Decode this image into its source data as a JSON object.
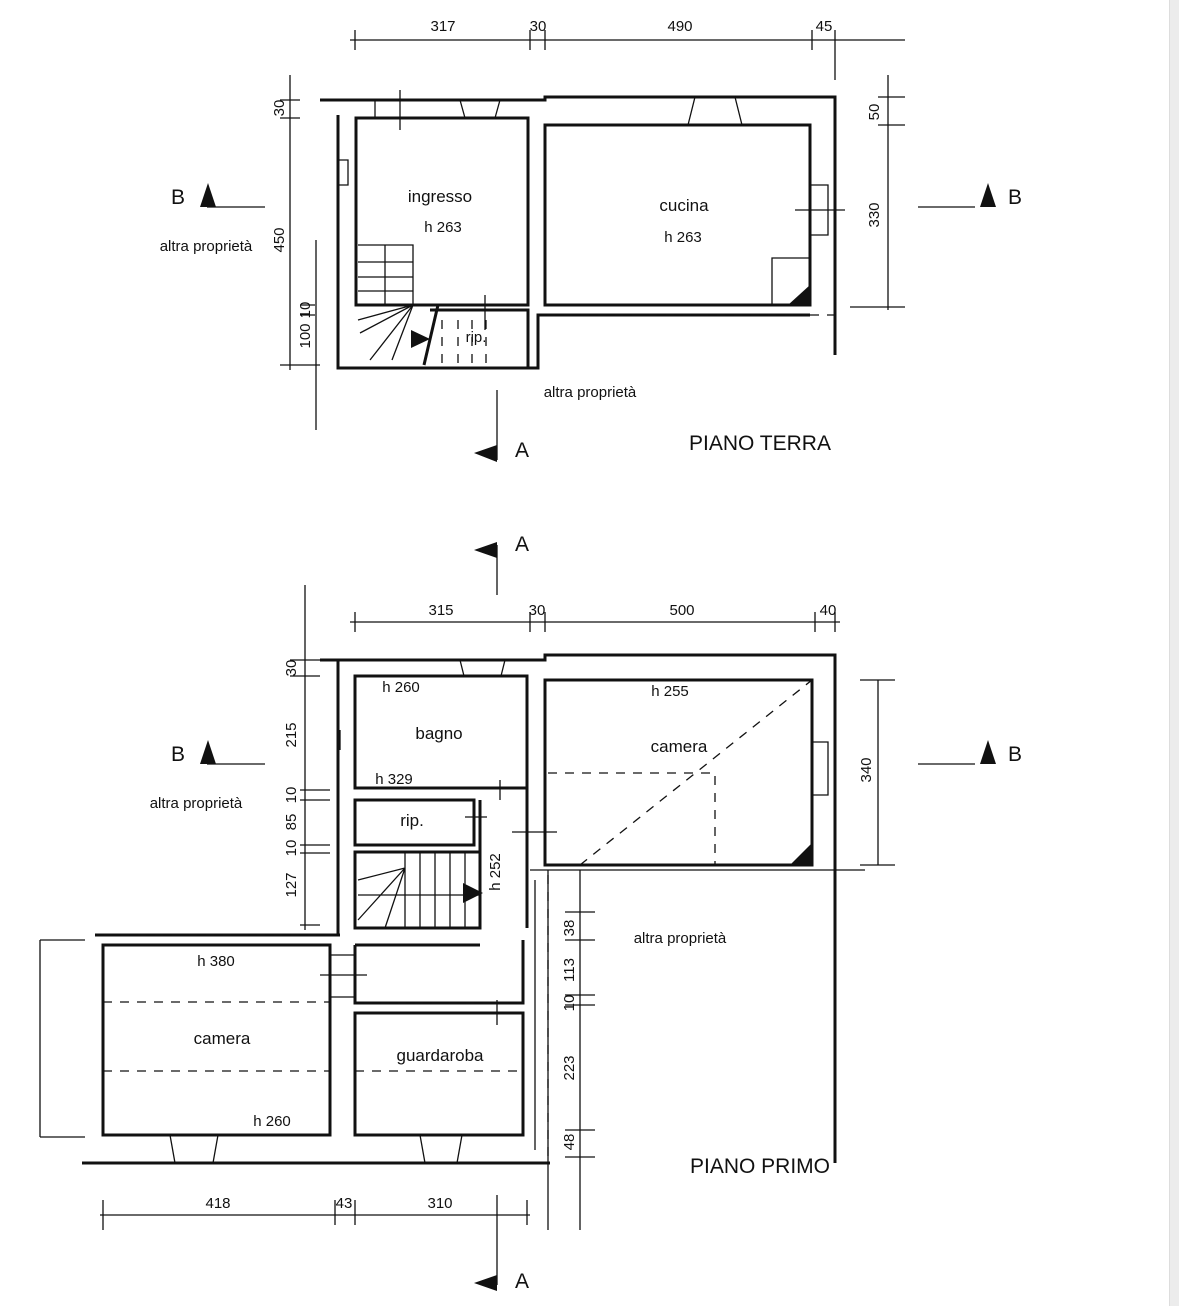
{
  "ground_floor": {
    "title": "PIANO TERRA",
    "rooms": [
      {
        "name": "ingresso",
        "height": "h 263"
      },
      {
        "name": "cucina",
        "height": "h 263"
      },
      {
        "name": "rip."
      }
    ],
    "neighbors": [
      "altra proprietà",
      "altra proprietà"
    ],
    "dims_top": [
      "317",
      "30",
      "490",
      "45"
    ],
    "dims_left": [
      "30",
      "450",
      "10",
      "100"
    ],
    "dims_right": [
      "50",
      "330"
    ],
    "section_labels": [
      "B",
      "B",
      "A"
    ]
  },
  "first_floor": {
    "title": "PIANO PRIMO",
    "rooms": [
      {
        "name": "bagno",
        "height_top": "h 260",
        "height_bottom": "h 329"
      },
      {
        "name": "rip."
      },
      {
        "name": "camera",
        "height": "h 255"
      },
      {
        "name": "camera",
        "height_top": "h 380",
        "height_bottom": "h 260"
      },
      {
        "name": "guardaroba"
      },
      {
        "name": "stair",
        "height": "h 252"
      }
    ],
    "neighbors": [
      "altra proprietà",
      "altra proprietà"
    ],
    "dims_top": [
      "315",
      "30",
      "500",
      "40"
    ],
    "dims_left": [
      "30",
      "215",
      "10",
      "85",
      "10",
      "127"
    ],
    "dims_right": [
      "340"
    ],
    "dims_right_lower": [
      "38",
      "113",
      "10",
      "223",
      "48"
    ],
    "dims_bottom": [
      "418",
      "43",
      "310"
    ],
    "section_labels": [
      "A",
      "B",
      "B",
      "A"
    ]
  }
}
